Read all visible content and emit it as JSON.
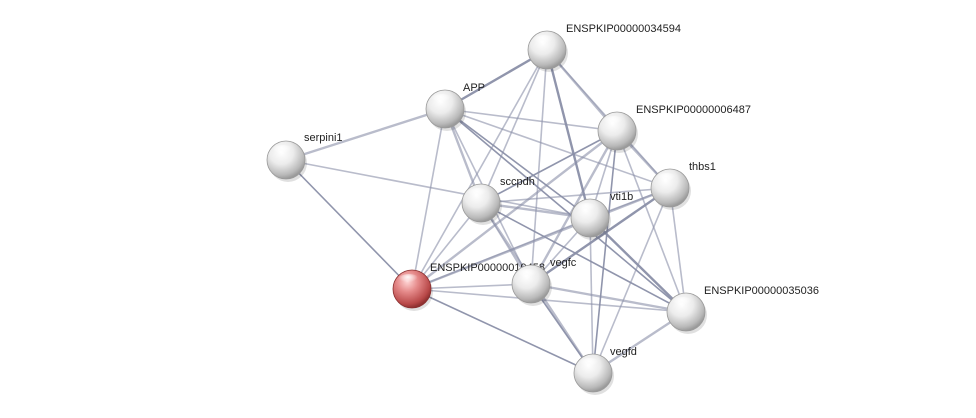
{
  "network": {
    "nodes": [
      {
        "id": "ENSPKIP00000034594",
        "label": "ENSPKIP00000034594",
        "query": false
      },
      {
        "id": "APP",
        "label": "APP",
        "query": false
      },
      {
        "id": "ENSPKIP00000006487",
        "label": "ENSPKIP00000006487",
        "query": false
      },
      {
        "id": "serpini1",
        "label": "serpini1",
        "query": false
      },
      {
        "id": "thbs1",
        "label": "thbs1",
        "query": false
      },
      {
        "id": "sccpdh",
        "label": "sccpdh",
        "query": false
      },
      {
        "id": "vti1b",
        "label": "vti1b",
        "query": false
      },
      {
        "id": "ENSPKIP00000019458",
        "label": "ENSPKIP00000019458",
        "query": true
      },
      {
        "id": "vegfc",
        "label": "vegfc",
        "query": false
      },
      {
        "id": "ENSPKIP00000035036",
        "label": "ENSPKIP00000035036",
        "query": false
      },
      {
        "id": "vegfd",
        "label": "vegfd",
        "query": false
      }
    ],
    "edges": [
      [
        "APP",
        "ENSPKIP00000034594"
      ],
      [
        "APP",
        "ENSPKIP00000006487"
      ],
      [
        "APP",
        "thbs1"
      ],
      [
        "APP",
        "sccpdh"
      ],
      [
        "APP",
        "vti1b"
      ],
      [
        "APP",
        "vegfc"
      ],
      [
        "APP",
        "serpini1"
      ],
      [
        "APP",
        "ENSPKIP00000019458"
      ],
      [
        "APP",
        "ENSPKIP00000035036"
      ],
      [
        "ENSPKIP00000034594",
        "ENSPKIP00000006487"
      ],
      [
        "ENSPKIP00000034594",
        "thbs1"
      ],
      [
        "ENSPKIP00000034594",
        "sccpdh"
      ],
      [
        "ENSPKIP00000034594",
        "vti1b"
      ],
      [
        "ENSPKIP00000034594",
        "vegfc"
      ],
      [
        "ENSPKIP00000034594",
        "ENSPKIP00000019458"
      ],
      [
        "ENSPKIP00000006487",
        "thbs1"
      ],
      [
        "ENSPKIP00000006487",
        "sccpdh"
      ],
      [
        "ENSPKIP00000006487",
        "vti1b"
      ],
      [
        "ENSPKIP00000006487",
        "vegfc"
      ],
      [
        "ENSPKIP00000006487",
        "ENSPKIP00000035036"
      ],
      [
        "ENSPKIP00000006487",
        "vegfd"
      ],
      [
        "ENSPKIP00000006487",
        "ENSPKIP00000019458"
      ],
      [
        "thbs1",
        "sccpdh"
      ],
      [
        "thbs1",
        "vti1b"
      ],
      [
        "thbs1",
        "vegfc"
      ],
      [
        "thbs1",
        "ENSPKIP00000035036"
      ],
      [
        "thbs1",
        "vegfd"
      ],
      [
        "thbs1",
        "ENSPKIP00000019458"
      ],
      [
        "serpini1",
        "ENSPKIP00000019458"
      ],
      [
        "serpini1",
        "vti1b"
      ],
      [
        "sccpdh",
        "vti1b"
      ],
      [
        "sccpdh",
        "vegfc"
      ],
      [
        "sccpdh",
        "ENSPKIP00000035036"
      ],
      [
        "sccpdh",
        "vegfd"
      ],
      [
        "sccpdh",
        "ENSPKIP00000019458"
      ],
      [
        "vti1b",
        "vegfc"
      ],
      [
        "vti1b",
        "ENSPKIP00000035036"
      ],
      [
        "vti1b",
        "vegfd"
      ],
      [
        "vti1b",
        "ENSPKIP00000019458"
      ],
      [
        "vegfc",
        "ENSPKIP00000035036"
      ],
      [
        "vegfc",
        "vegfd"
      ],
      [
        "vegfc",
        "ENSPKIP00000019458"
      ],
      [
        "ENSPKIP00000035036",
        "vegfd"
      ],
      [
        "ENSPKIP00000019458",
        "ENSPKIP00000035036"
      ],
      [
        "ENSPKIP00000019458",
        "vegfd"
      ]
    ],
    "colors": {
      "node_default": "#e8e8e8",
      "node_query": "#e07a7a",
      "edge": "#8a8fa8"
    }
  }
}
